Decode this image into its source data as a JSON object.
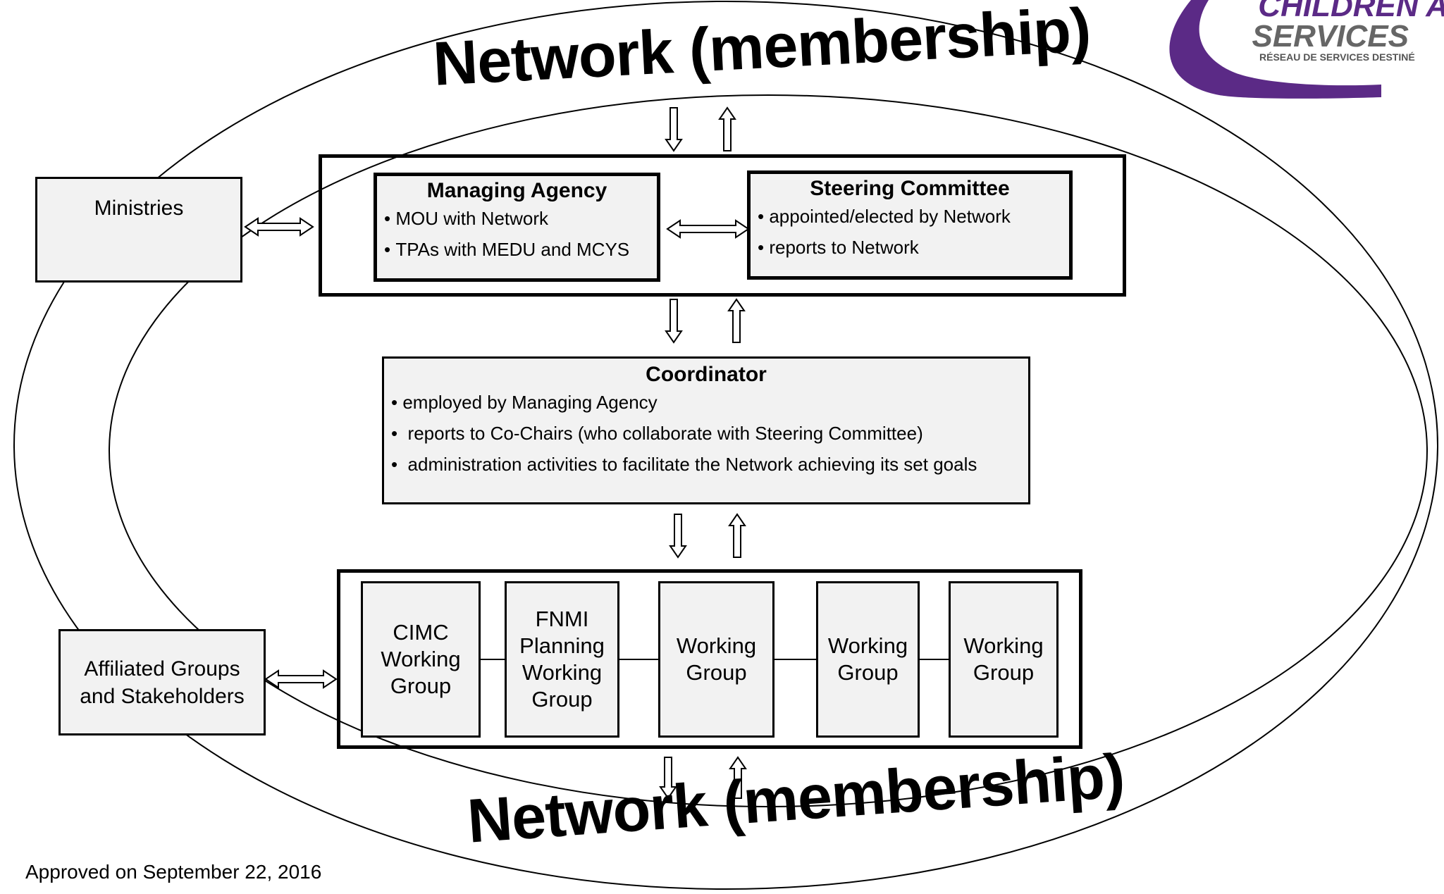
{
  "network": {
    "top_label": "Network (membership)",
    "bottom_label": "Network (membership)"
  },
  "logo": {
    "line1": "CHILDREN A",
    "line2": "SERVICES",
    "tagline": "RÉSEAU DE SERVICES DESTINÉ",
    "color": "#5b2a86"
  },
  "ministries": {
    "label": "Ministries"
  },
  "managing_agency": {
    "title": "Managing Agency",
    "bullets": [
      "MOU with Network",
      "TPAs with MEDU and MCYS"
    ]
  },
  "steering_committee": {
    "title": "Steering Committee",
    "bullets": [
      "appointed/elected by Network",
      "reports to Network"
    ]
  },
  "coordinator": {
    "title": "Coordinator",
    "bullets": [
      "employed by Managing Agency",
      " reports to Co-Chairs (who collaborate with Steering Committee)",
      " administration activities to facilitate the Network achieving its set goals"
    ]
  },
  "working_groups": [
    "CIMC\nWorking\nGroup",
    "FNMI\nPlanning\nWorking\nGroup",
    "Working\nGroup",
    "Working\nGroup",
    "Working\nGroup"
  ],
  "affiliated": {
    "label": "Affiliated Groups\nand Stakeholders"
  },
  "footer": {
    "approved": "Approved on September 22, 2016"
  }
}
